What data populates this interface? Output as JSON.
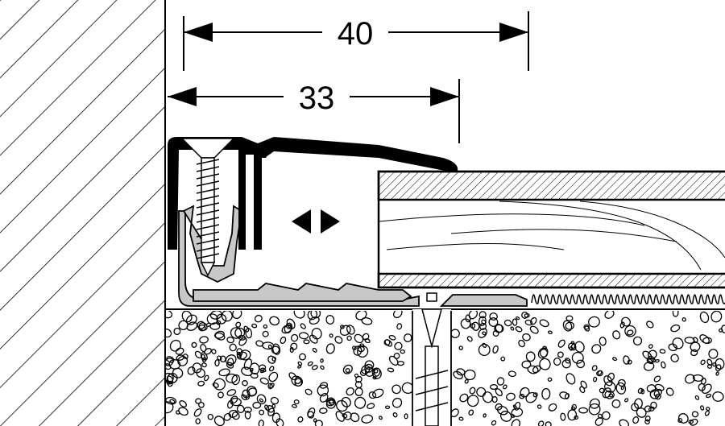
{
  "dimensions": {
    "overall_width": "40",
    "profile_width": "33"
  },
  "symbols": {
    "adjust_direction": "double-arrow-horizontal"
  },
  "colors": {
    "profile_cap": "#000000",
    "clip_base": "#c8c8c8",
    "line": "#000000",
    "background": "#ffffff"
  }
}
